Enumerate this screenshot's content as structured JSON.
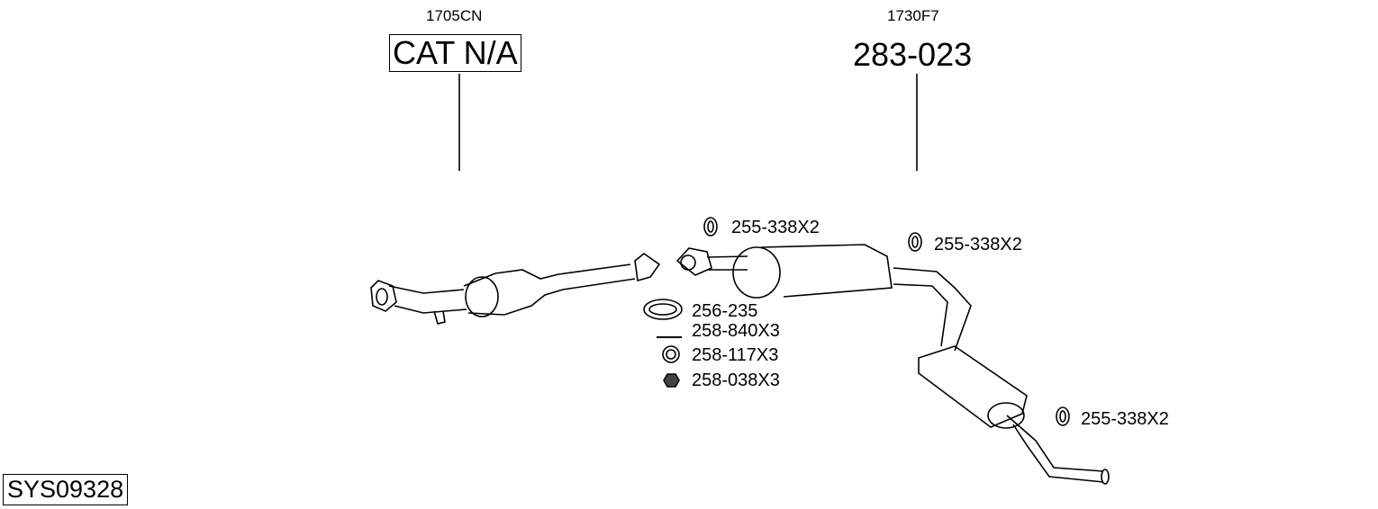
{
  "system_code": "SYS09328",
  "assemblies": [
    {
      "ref": "1705CN",
      "part": "CAT N/A"
    },
    {
      "ref": "1730F7",
      "part": "283-023"
    }
  ],
  "parts": [
    {
      "code": "255-338X2",
      "icon": "rubber-hanger-icon"
    },
    {
      "code": "255-338X2",
      "icon": "rubber-hanger-icon"
    },
    {
      "code": "256-235",
      "icon": "gasket-ring-icon"
    },
    {
      "code": "258-840X3",
      "icon": "bolt-icon"
    },
    {
      "code": "258-117X3",
      "icon": "washer-icon"
    },
    {
      "code": "258-038X3",
      "icon": "nut-icon"
    },
    {
      "code": "255-338X2",
      "icon": "rubber-hanger-icon"
    }
  ]
}
